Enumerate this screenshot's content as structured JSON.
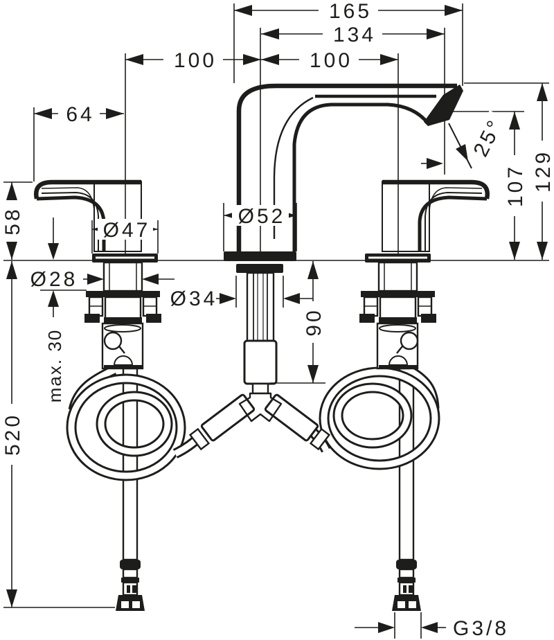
{
  "drawing": {
    "background": "#ffffff",
    "ink_color": "#1d1d1b",
    "subject": "3-hole basin mixer faucet side elevation with flexible supply hoses and Y-connector",
    "units": "mm",
    "dimensions": {
      "overall_width": "165",
      "spout_tip_projection": "134",
      "left_handle_spacing": "100",
      "right_handle_spacing": "100",
      "handle_length": "64",
      "handle_base_diameter": "Ø47",
      "spout_base_diameter": "Ø52",
      "handle_shank_diameter": "Ø28",
      "spout_shank_diameter": "Ø34",
      "handle_height": "58",
      "spout_outlet_height": "107",
      "overall_height": "129",
      "spout_angle": "25°",
      "max_deck_thickness": "max. 30",
      "hose_drop_length": "90",
      "supply_hose_length": "520",
      "thread_size": "G3/8"
    }
  }
}
